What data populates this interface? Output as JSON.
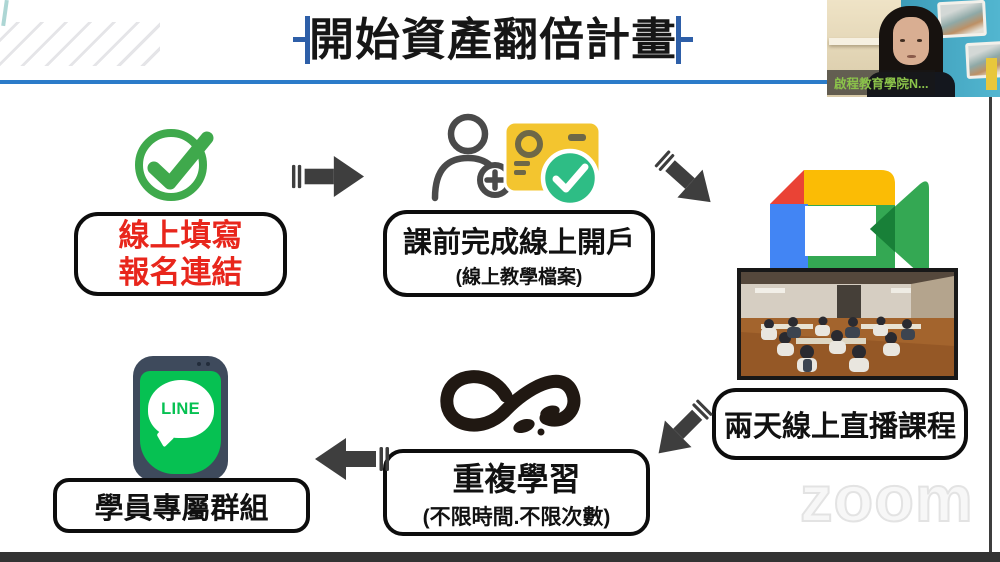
{
  "title": {
    "text": "開始資產翻倍計畫"
  },
  "webcam": {
    "name_label": "啟程教育學院N..."
  },
  "flow": {
    "step1": {
      "line1": "線上填寫",
      "line2": "報名連結"
    },
    "step2": {
      "title": "課前完成線上開戶",
      "subtitle": "(線上教學檔案)"
    },
    "step3": {
      "title": "兩天線上直播課程"
    },
    "step4": {
      "title": "重複學習",
      "subtitle": "(不限時間.不限次數)"
    },
    "step5": {
      "title": "學員專屬群組"
    }
  },
  "line_app": {
    "logo_text": "LINE"
  },
  "watermark": {
    "text": "zoom"
  },
  "icons": {
    "step1": "check-circle-icon",
    "step2": "person-add-icon + id-card-check-icon",
    "step3": "google-meet-icon + classroom-photo",
    "step4": "infinity-footsteps-icon",
    "step5": "line-app-phone-icon"
  },
  "colors": {
    "title_accent_blue": "#2E5FA8",
    "divider_blue": "#2B7BC9",
    "register_text_red": "#E8261C",
    "check_green": "#3FA94C",
    "card_yellow": "#F3C52F",
    "card_check_green": "#2EBD85",
    "line_green": "#06C152",
    "meet_red": "#EA4335",
    "meet_yellow": "#FBBC05",
    "meet_blue": "#4285F4",
    "meet_green": "#34A853",
    "meet_dark_green": "#188038",
    "name_tag_green": "#8BC34A",
    "arrow_gray": "#3E3E3E"
  }
}
